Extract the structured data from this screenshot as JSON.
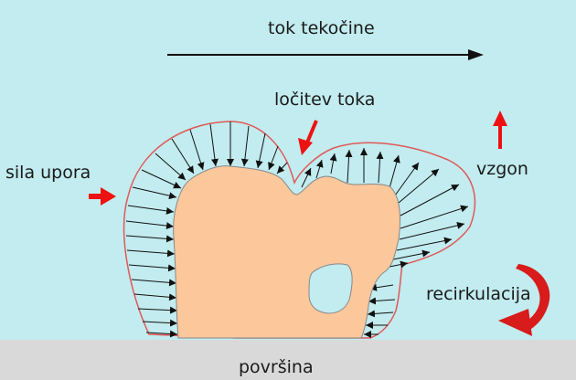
{
  "labels": {
    "flow": "tok tekočine",
    "separation": "ločitev toka",
    "lift": "vzgon",
    "drag": "sila upora",
    "recirculation": "recirkulacija",
    "surface": "površina"
  },
  "colors": {
    "background": "#c2ecef",
    "surface": "#d9d9d9",
    "blob": "#fbc79b",
    "blob_outline": "#777777",
    "boundary": "#e05858",
    "arrow_red": "#ee1111",
    "arrow_black": "#111111"
  },
  "icons": {
    "flow_arrow": "right-arrow-icon",
    "separation_arrow": "down-left-arrow-icon",
    "lift_arrow": "up-arrow-icon",
    "drag_arrow": "right-arrow-icon",
    "recirculation_arrow": "curved-arrow-icon"
  }
}
